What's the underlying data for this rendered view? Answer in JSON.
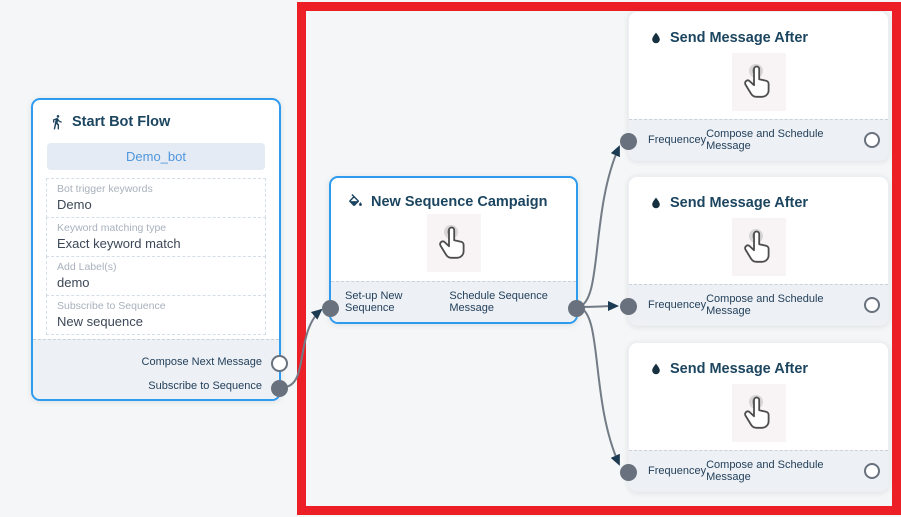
{
  "colors": {
    "canvas_background": "#f4f6f7",
    "highlight_red": "#ec1f27",
    "selected_node_border": "#2f9bee",
    "wire_gray": "#727b86",
    "arrow_navy": "#1d3a53",
    "port_gray": "#68717d",
    "title_navy": "#1c4560",
    "pill_background": "#e4ebf4",
    "pill_text": "#4f96dc",
    "footer_background": "#edf0f4"
  },
  "icons": {
    "start": "walking-person-icon",
    "sequence": "paint-bucket-icon",
    "send": "water-droplet-icon",
    "node_body": "hand-cursor-icon"
  },
  "start_node": {
    "title": "Start Bot Flow",
    "bot_name": "Demo_bot",
    "fields": [
      {
        "label": "Bot trigger keywords",
        "value": "Demo"
      },
      {
        "label": "Keyword matching type",
        "value": "Exact keyword match"
      },
      {
        "label": "Add Label(s)",
        "value": "demo"
      },
      {
        "label": "Subscribe to Sequence",
        "value": "New sequence"
      }
    ],
    "outputs": [
      {
        "label": "Compose Next Message"
      },
      {
        "label": "Subscribe to Sequence"
      }
    ]
  },
  "sequence_node": {
    "title": "New Sequence Campaign",
    "outputs": [
      {
        "label": "Set-up New Sequence"
      },
      {
        "label": "Schedule Sequence Message"
      }
    ]
  },
  "send_nodes": [
    {
      "title": "Send Message After",
      "input_label": "Frequencey",
      "output_label": "Compose and Schedule Message"
    },
    {
      "title": "Send Message After",
      "input_label": "Frequencey",
      "output_label": "Compose and Schedule Message"
    },
    {
      "title": "Send Message After",
      "input_label": "Frequencey",
      "output_label": "Compose and Schedule Message"
    }
  ]
}
